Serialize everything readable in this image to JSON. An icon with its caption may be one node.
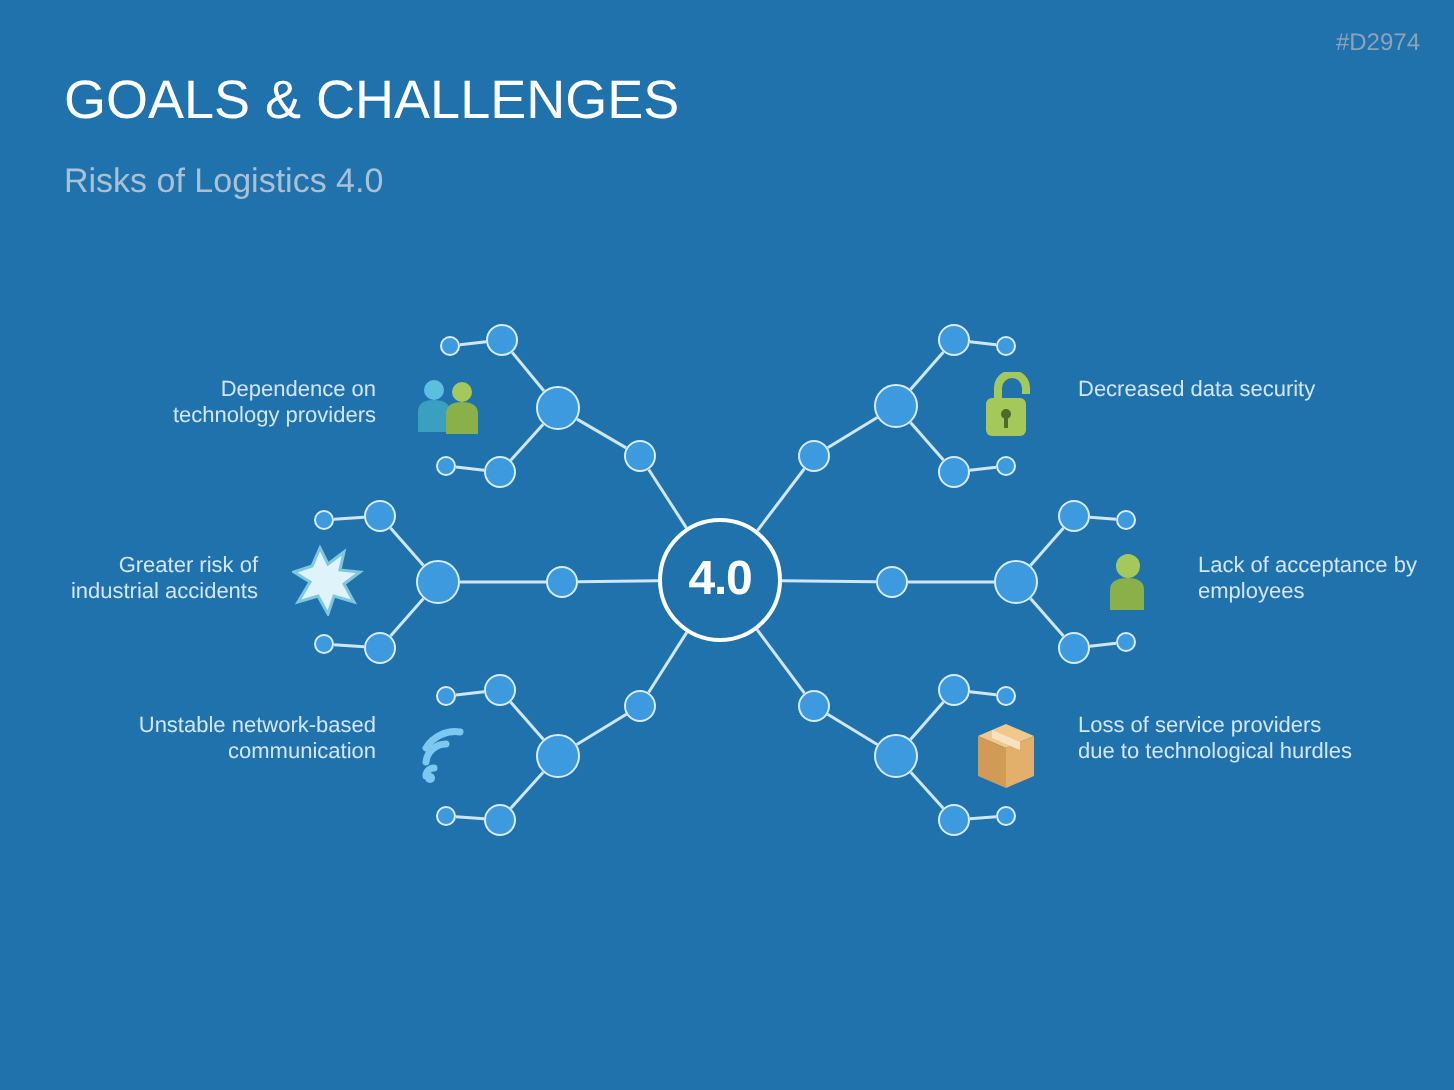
{
  "diagram": {
    "title": "GOALS & CHALLENGES",
    "nodes": [
      {
        "text": [
          "4.0"
        ]
      },
      {
        "text": [],
        "shape": "circle"
      },
      {
        "text": [],
        "shape": "circle"
      },
      {
        "text": [],
        "shape": "circle"
      },
      {
        "text": [],
        "shape": "circle"
      },
      {
        "text": [],
        "shape": "circle"
      },
      {
        "text": [],
        "shape": "circle"
      },
      {
        "text": [],
        "shape": "circle"
      },
      {
        "text": [],
        "shape": "circle"
      },
      {
        "text": [],
        "shape": "circle"
      },
      {
        "text": [],
        "shape": "circle"
      },
      {
        "text": [],
        "shape": "circle"
      },
      {
        "text": [],
        "shape": "circle"
      },
      {
        "text": [],
        "shape": "circle"
      },
      {
        "text": [],
        "shape": "circle"
      },
      {
        "text": [],
        "shape": "circle"
      },
      {
        "text": [],
        "shape": "circle"
      },
      {
        "text": [],
        "shape": "circle"
      },
      {
        "text": [],
        "shape": "circle"
      },
      {
        "text": [],
        "shape": "circle"
      },
      {
        "text": [],
        "shape": "circle"
      },
      {
        "text": [],
        "shape": "circle"
      },
      {
        "text": [],
        "shape": "circle"
      },
      {
        "text": [],
        "shape": "circle"
      },
      {
        "text": [],
        "shape": "circle"
      },
      {
        "text": [],
        "shape": "circle"
      },
      {
        "text": [],
        "shape": "circle"
      },
      {
        "text": [],
        "shape": "circle"
      },
      {
        "text": [],
        "shape": "circle"
      },
      {
        "text": [],
        "shape": "circle"
      },
      {
        "text": [],
        "shape": "circle"
      },
      {
        "text": [],
        "shape": "circle"
      },
      {
        "text": [],
        "shape": "circle"
      },
      {
        "text": [],
        "shape": "circle"
      },
      {
        "text": [],
        "shape": "circle"
      },
      {
        "text": [],
        "shape": "circle"
      },
      {
        "text": [],
        "shape": "circle"
      }
    ],
    "edges": [
      {
        "from": 0,
        "to": 1,
        "arrow": "none"
      },
      {
        "from": 1,
        "to": 2,
        "arrow": "none"
      },
      {
        "from": 2,
        "to": 3,
        "arrow": "none"
      },
      {
        "from": 2,
        "to": 4,
        "arrow": "none"
      },
      {
        "from": 3,
        "to": 5,
        "arrow": "none"
      },
      {
        "from": 4,
        "to": 6,
        "arrow": "none"
      },
      {
        "from": 0,
        "to": 7,
        "arrow": "none"
      },
      {
        "from": 7,
        "to": 8,
        "arrow": "none"
      },
      {
        "from": 8,
        "to": 9,
        "arrow": "none"
      },
      {
        "from": 8,
        "to": 10,
        "arrow": "none"
      },
      {
        "from": 9,
        "to": 11,
        "arrow": "none"
      },
      {
        "from": 10,
        "to": 12,
        "arrow": "none"
      },
      {
        "from": 0,
        "to": 13,
        "arrow": "none"
      },
      {
        "from": 13,
        "to": 14,
        "arrow": "none"
      },
      {
        "from": 14,
        "to": 15,
        "arrow": "none"
      },
      {
        "from": 14,
        "to": 16,
        "arrow": "none"
      },
      {
        "from": 15,
        "to": 17,
        "arrow": "none"
      },
      {
        "from": 16,
        "to": 18,
        "arrow": "none"
      },
      {
        "from": 0,
        "to": 19,
        "arrow": "none"
      },
      {
        "from": 19,
        "to": 20,
        "arrow": "none"
      },
      {
        "from": 20,
        "to": 21,
        "arrow": "none"
      },
      {
        "from": 20,
        "to": 22,
        "arrow": "none"
      },
      {
        "from": 21,
        "to": 23,
        "arrow": "none"
      },
      {
        "from": 22,
        "to": 24,
        "arrow": "none"
      },
      {
        "from": 0,
        "to": 25,
        "arrow": "none"
      },
      {
        "from": 25,
        "to": 26,
        "arrow": "none"
      },
      {
        "from": 26,
        "to": 27,
        "arrow": "none"
      },
      {
        "from": 26,
        "to": 28,
        "arrow": "none"
      },
      {
        "from": 27,
        "to": 29,
        "arrow": "none"
      },
      {
        "from": 28,
        "to": 30,
        "arrow": "none"
      },
      {
        "from": 0,
        "to": 31,
        "arrow": "none"
      },
      {
        "from": 31,
        "to": 32,
        "arrow": "none"
      },
      {
        "from": 32,
        "to": 33,
        "arrow": "none"
      },
      {
        "from": 32,
        "to": 34,
        "arrow": "none"
      },
      {
        "from": 33,
        "to": 35,
        "arrow": "none"
      },
      {
        "from": 34,
        "to": 36,
        "arrow": "none"
      }
    ],
    "labels": [
      "#D2974",
      "Risks of Logistics 4.0",
      "Dependence on technology providers",
      "Decreased data security",
      "Greater risk of industrial accidents",
      "Lack of acceptance by employees",
      "Unstable network-based communication",
      "Loss of service providers due to technological hurdles"
    ]
  }
}
